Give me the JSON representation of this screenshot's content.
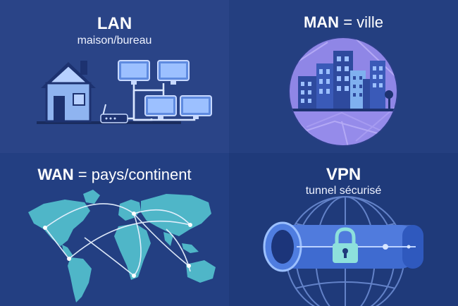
{
  "colors": {
    "background": "#1b2d63",
    "panel_blue": "#2a4487",
    "accent_light": "#a9c7ff",
    "teal": "#4fb6c8",
    "purple": "#8f86e6"
  },
  "lan": {
    "title": "LAN",
    "subtitle": "maison/bureau",
    "icons": [
      "house-icon",
      "router-icon",
      "monitor-icon"
    ]
  },
  "man": {
    "title": "MAN",
    "title_suffix": "= ville",
    "icons": [
      "city-icon"
    ]
  },
  "wan": {
    "title": "WAN",
    "title_suffix": "= pays/continent",
    "icons": [
      "world-map-icon"
    ]
  },
  "vpn": {
    "title": "VPN",
    "subtitle": "tunnel sécurisé",
    "icons": [
      "globe-icon",
      "tunnel-icon",
      "lock-icon"
    ]
  }
}
